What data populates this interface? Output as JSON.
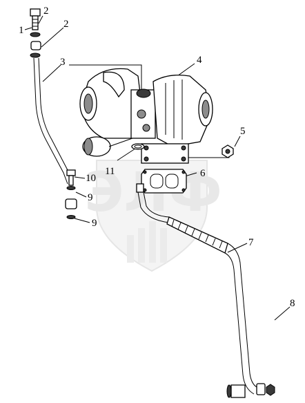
{
  "diagram": {
    "callouts": [
      "1",
      "2",
      "2",
      "3",
      "4",
      "5",
      "6",
      "7",
      "8",
      "9",
      "9",
      "10",
      "11"
    ],
    "watermark": {
      "text": "ЭЛФ"
    }
  },
  "colors": {
    "line": "#000000",
    "shade_dark": "#3a3a3a",
    "shade_mid": "#8c8c8c",
    "watermark": "#d6d6d6"
  }
}
